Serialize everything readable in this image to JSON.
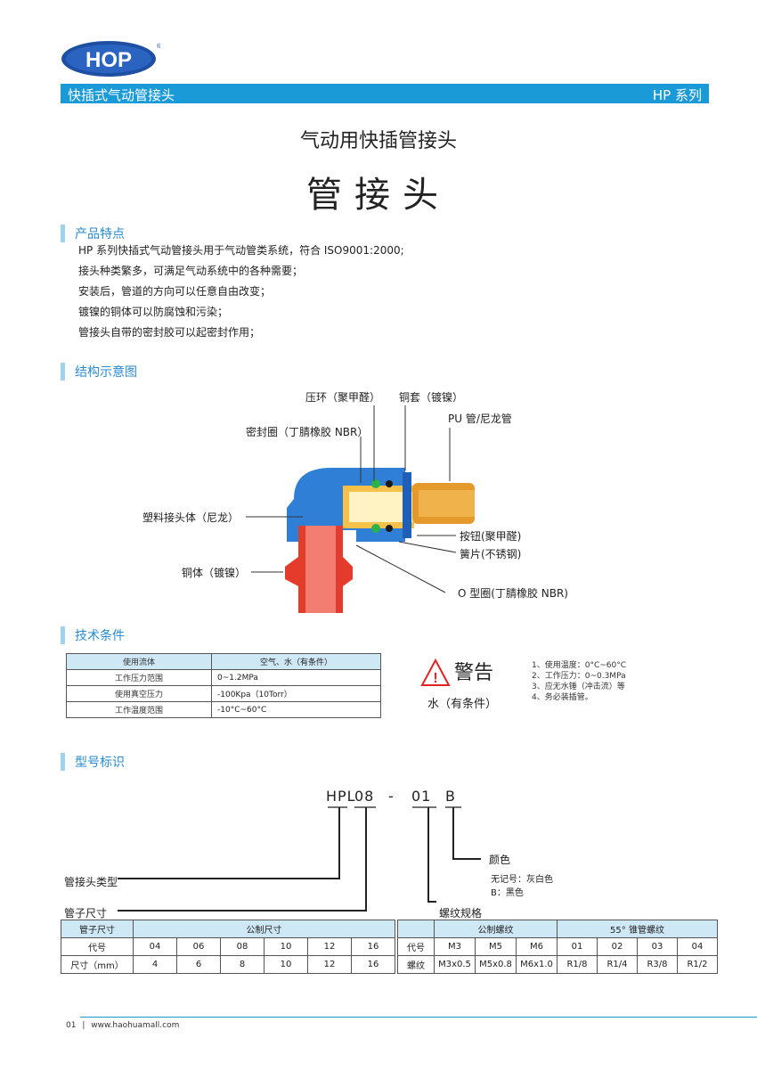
{
  "brand": {
    "logo_text": "HOP",
    "reg_mark": "®"
  },
  "banner": {
    "left": "快插式气动管接头",
    "right": "HP 系列"
  },
  "subtitle": "气动用快插管接头",
  "title": "管接头",
  "sections": {
    "features": "产品特点",
    "structure": "结构示意图",
    "tech": "技术条件",
    "model": "型号标识"
  },
  "features": [
    "HP 系列快插式气动管接头用于气动管类系统，符合 ISO9001:2000;",
    "接头种类繁多，可满足气动系统中的各种需要；",
    "安装后，管道的方向可以任意自由改变；",
    "镀镍的铜体可以防腐蚀和污染；",
    "管接头自带的密封胶可以起密封作用；"
  ],
  "diagram": {
    "press_ring": "压环（聚甲醛）",
    "copper_sleeve": "铜套（镀镍）",
    "pu_tube": "PU 管/尼龙管",
    "seal": "密封圈（丁腈橡胶 NBR）",
    "plastic_body": "塑料接头体（尼龙）",
    "copper_body": "铜体（镀镍）",
    "button": "按钮(聚甲醛)",
    "spring": "簧片(不锈钢)",
    "oring": "O 型圈(丁腈橡胶 NBR)"
  },
  "tech_table": {
    "rows": [
      {
        "k": "使用流体",
        "v": "空气、水（有条件）",
        "head": true
      },
      {
        "k": "工作压力范围",
        "v": "0~1.2MPa"
      },
      {
        "k": "使用真空压力",
        "v": "-100Kpa（10Torr）"
      },
      {
        "k": "工作温度范围",
        "v": "-10°C~60°C"
      }
    ]
  },
  "warning": {
    "title": "警告",
    "sub": "水（有条件）",
    "items": [
      "1、使用温度：0°C~60°C",
      "2、工作压力：0~0.3MPa",
      "3、应无水锤（冲击流）等",
      "4、务必装插管。"
    ]
  },
  "model": {
    "prefix": "HPL",
    "size": "08",
    "dash": "-",
    "thread": "01",
    "color": "B",
    "color_label": "颜色",
    "color_none": "无记号：灰白色",
    "color_b": "B：黑色",
    "type_label": "管接头类型",
    "tube_label": "管子尺寸",
    "thread_label": "螺纹规格"
  },
  "tube_table": {
    "header": [
      "管子尺寸",
      "公制尺寸"
    ],
    "row_code_label": "代号",
    "row_size_label": "尺寸（mm）",
    "codes": [
      "04",
      "06",
      "08",
      "10",
      "12",
      "16"
    ],
    "sizes": [
      "4",
      "6",
      "8",
      "10",
      "12",
      "16"
    ]
  },
  "thread_table": {
    "header_metric": "公制螺纹",
    "header_taper": "55° 锥管螺纹",
    "row_code_label": "代号",
    "row_thread_label": "螺纹",
    "codes": [
      "M3",
      "M5",
      "M6",
      "01",
      "02",
      "03",
      "04"
    ],
    "threads": [
      "M3x0.5",
      "M5x0.8",
      "M6x1.0",
      "R1/8",
      "R1/4",
      "R3/8",
      "R1/2"
    ]
  },
  "footer": {
    "page": "01",
    "url": "www.haohuamall.com"
  }
}
